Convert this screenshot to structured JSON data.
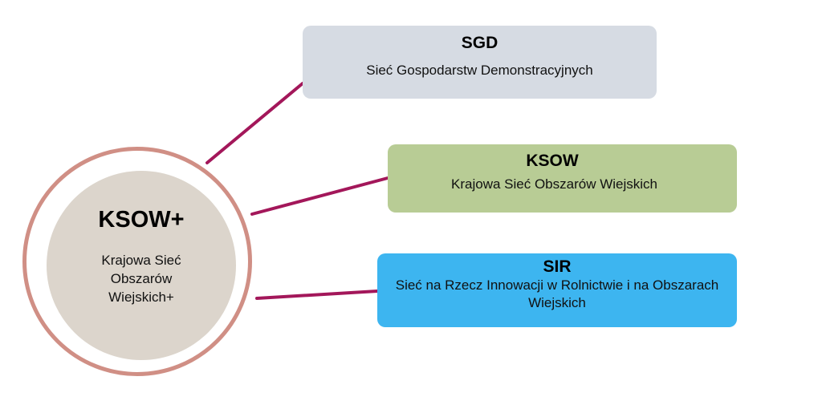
{
  "center": {
    "title": "KSOW+",
    "subtitle": "Krajowa Sieć Obszarów Wiejskich+"
  },
  "nodes": [
    {
      "title": "SGD",
      "subtitle": "Sieć Gospodarstw Demonstracyjnych",
      "color": "#d6dbe3"
    },
    {
      "title": "KSOW",
      "subtitle": "Krajowa Sieć Obszarów Wiejskich",
      "color": "#b8cc95"
    },
    {
      "title": "SIR",
      "subtitle": "Sieć na Rzecz Innowacji w Rolnictwie i na Obszarach Wiejskich",
      "color": "#3db5f0"
    }
  ],
  "colors": {
    "connector": "#a3175a",
    "ring": "#d08f85",
    "center_fill": "#dcd5cc"
  }
}
